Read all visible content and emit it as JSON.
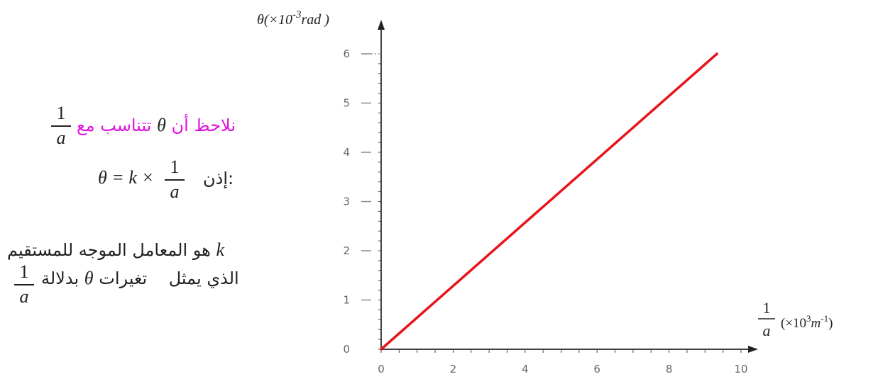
{
  "text": {
    "note1_prefix": "نلاحظ أن",
    "note1_suffix": "تتناسب مع",
    "theta": "θ",
    "one": "1",
    "a": "a",
    "eq_label": "إذن:",
    "eq_formula": "θ = k ×",
    "line3_k": "k",
    "line3_rest": "هو المعامل الموجه للمستقيم",
    "line4_a": "الذي يمثل",
    "line4_b": "تغيرات",
    "line4_c": "بدلالة"
  },
  "colors": {
    "line": "#e8141b",
    "highlight": "#e010e0",
    "axis": "#444444"
  },
  "chart_data": {
    "type": "line",
    "ylabel_main": "θ(×10",
    "ylabel_exp": "-3",
    "ylabel_unit": "rad )",
    "xlabel_num": "1",
    "xlabel_den": "a",
    "xlabel_unit": "(×10",
    "xlabel_exp": "3",
    "xlabel_unit2": "m",
    "xlabel_exp2": "-1",
    "xlabel_close": ")",
    "xlim": [
      0,
      10
    ],
    "ylim": [
      0,
      6
    ],
    "xticks": [
      "0",
      "2",
      "4",
      "6",
      "8",
      "10"
    ],
    "yticks": [
      "0",
      "1",
      "2",
      "3",
      "4",
      "5",
      "6"
    ],
    "grid": false,
    "series": [
      {
        "x": [
          0,
          9.33
        ],
        "y": [
          0,
          6
        ]
      }
    ]
  }
}
